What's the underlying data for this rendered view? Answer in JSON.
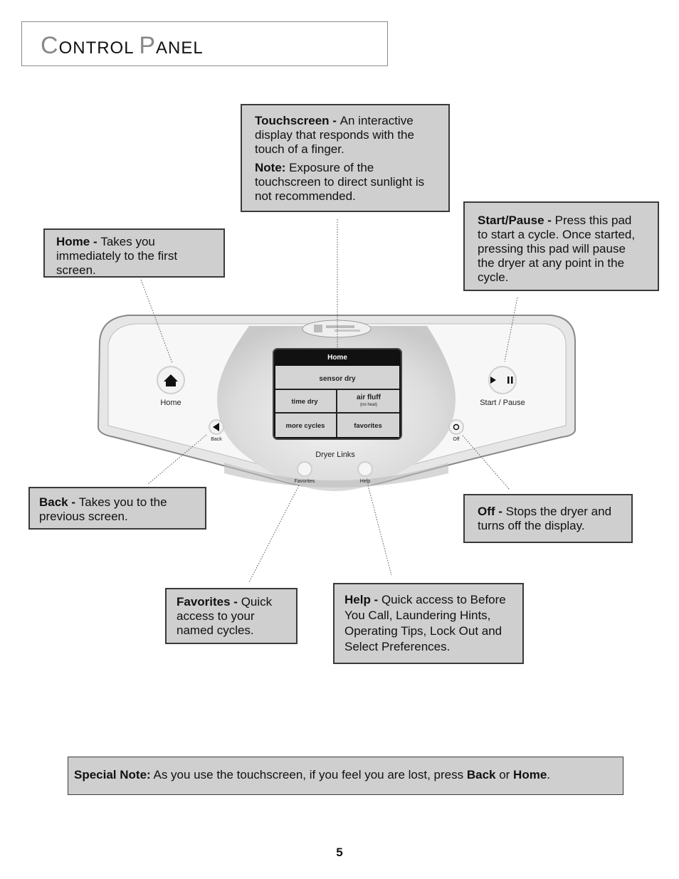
{
  "page": {
    "title_first": "C",
    "title_rest": "ONTROL ",
    "title_first2": "P",
    "title_rest2": "ANEL",
    "page_number": "5"
  },
  "callouts": {
    "touchscreen": {
      "term": "Touchscreen - ",
      "desc": "An interactive display that responds with the touch of a finger.",
      "note_term": "Note:",
      "note_desc": " Exposure of the touchscreen to direct sunlight is not recommended."
    },
    "home": {
      "term": "Home - ",
      "desc": "Takes you immediately to the first screen."
    },
    "start_pause": {
      "term": "Start/Pause - ",
      "desc": "Press this pad to start a cycle.  Once started, pressing this pad will pause the dryer at any point in the cycle."
    },
    "back": {
      "term": "Back - ",
      "desc": "Takes you to the previous screen."
    },
    "off": {
      "term": "Off - ",
      "desc": "Stops the dryer and turns off the display."
    },
    "favorites": {
      "term": "Favorites - ",
      "desc": "Quick access to your named cycles."
    },
    "help": {
      "term": "Help - ",
      "desc": "Quick access to Before You Call, Laundering Hints, Operating Tips, Lock Out and Select Preferences."
    }
  },
  "special_note": {
    "term": "Special Note:",
    "text1": "  As you use the touchscreen, if you feel you are lost, press ",
    "back": "Back",
    "text2": " or ",
    "home": "Home",
    "text3": "."
  },
  "panel": {
    "screen_header": "Home",
    "btn_sensor_dry": "sensor dry",
    "btn_time_dry": "time dry",
    "btn_air_fluff": "air fluff",
    "btn_air_fluff_sub": "(no heat)",
    "btn_more_cycles": "more cycles",
    "btn_favorites": "favorites",
    "label_home": "Home",
    "label_start_pause": "Start / Pause",
    "label_back": "Back",
    "label_off": "Off",
    "label_dryer_links": "Dryer Links",
    "label_favorites": "Favorites",
    "label_help": "Help"
  }
}
